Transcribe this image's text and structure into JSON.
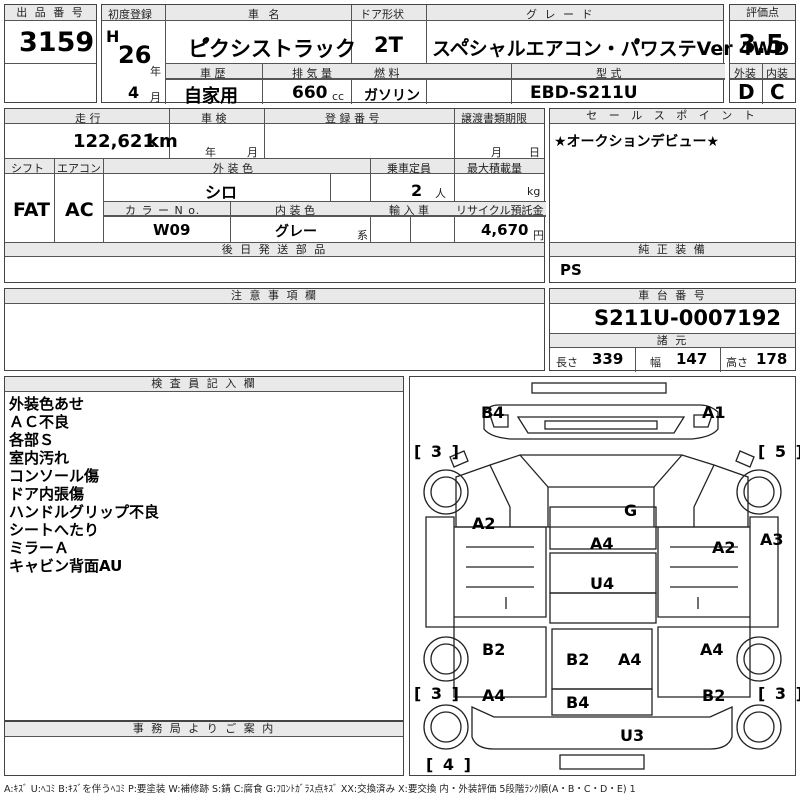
{
  "header": {
    "lot_no": {
      "label": "出 品 番 号",
      "value": "3159"
    },
    "first_reg": {
      "label": "初度登録",
      "era": "H",
      "year": "26",
      "year_unit": "年",
      "month": "4",
      "month_unit": "月"
    },
    "car_name": {
      "label": "車 名",
      "value": "ピ゚クシストラック"
    },
    "door": {
      "label": "ドア形状",
      "value": "2T"
    },
    "grade": {
      "label": "グ レ ー ド",
      "value": "スペ゚シャルエアコン・パ゚ワステVer 4WD"
    },
    "score": {
      "label": "評価点",
      "value": "3.5"
    },
    "history": {
      "label": "車 歴",
      "value": "自家用"
    },
    "displacement": {
      "label": "排 気 量",
      "value": "660",
      "unit": "cc"
    },
    "fuel": {
      "label": "燃 料",
      "value": "ガソリン"
    },
    "model": {
      "label": "型 式",
      "value": "EBD-S211U"
    },
    "exterior": {
      "label": "外装",
      "value": "D"
    },
    "interior": {
      "label": "内装",
      "value": "C"
    }
  },
  "row2": {
    "mileage": {
      "label": "走 行",
      "value": "122,621",
      "unit": "km"
    },
    "inspection": {
      "label": "車 検",
      "year_unit": "年",
      "month_unit": "月"
    },
    "reg_no": {
      "label": "登 録 番 号"
    },
    "transfer": {
      "label": "譲渡書類期限",
      "month_unit": "月",
      "day_unit": "日"
    },
    "shift": {
      "label": "シフト",
      "value": "FAT"
    },
    "ac": {
      "label": "エアコン",
      "value": "AC"
    },
    "ext_color": {
      "label": "外 装 色",
      "value": "シロ"
    },
    "capacity": {
      "label": "乗車定員",
      "value": "2",
      "unit": "人"
    },
    "max_load": {
      "label": "最大積載量",
      "unit": "kg"
    },
    "color_no": {
      "label": "カ ラ ー N o.",
      "value": "W09"
    },
    "int_color": {
      "label": "内 装 色",
      "value": "グレー",
      "unit": "系"
    },
    "import": {
      "label": "輸 入 車"
    },
    "recycle": {
      "label": "リサイクル預託金",
      "value": "4,670",
      "unit": "円"
    },
    "later_parts": {
      "label": "後 日 発 送 部 品"
    },
    "notes": {
      "label": "注 意 事 項 欄"
    }
  },
  "sales": {
    "label": "セ ー ル ス ポ イ ン ト",
    "text": "★オークションデビュー★"
  },
  "equipment": {
    "label": "純 正 装 備",
    "text": "PS"
  },
  "chassis": {
    "label": "車 台 番 号",
    "value": "S211U-0007192"
  },
  "dims": {
    "label": "諸 元",
    "length_label": "長さ",
    "length": "339",
    "width_label": "幅",
    "width": "147",
    "height_label": "高さ",
    "height": "178"
  },
  "inspector": {
    "label": "検 査 員 記 入 欄",
    "lines": [
      "外装色あせ",
      "ＡＣ不良",
      "各部Ｓ",
      "室内汚れ",
      "コンソール傷",
      "ドア内張傷",
      "ハンドルグリップ不良",
      "シートへたり",
      "ミラーＡ",
      "キャビン背面AU"
    ]
  },
  "office": {
    "label": "事 務 局 よ り ご 案 内"
  },
  "diagram": {
    "marks": [
      "B4",
      "A1",
      "G",
      "A2",
      "A4",
      "A2",
      "A3",
      "U4",
      "B2",
      "B2",
      "A4",
      "A4",
      "A4",
      "B2",
      "B4",
      "U3"
    ],
    "brackets": [
      "[ 3 ]",
      "[ 5 ]",
      "[ 3 ]",
      "[ 3 ]",
      "[ 4 ]"
    ]
  },
  "legend": "A:ｷｽﾞ U:ﾍｺﾐ B:ｷｽﾞを伴うﾍｺﾐ P:要塗装 W:補修跡 S:錆 C:腐食 G:ﾌﾛﾝﾄｶﾞﾗｽ点ｷｽﾞ XX:交換済み X:要交換 内・外装評価 5段階ﾗﾝｸ順(A・B・C・D・E) 1"
}
